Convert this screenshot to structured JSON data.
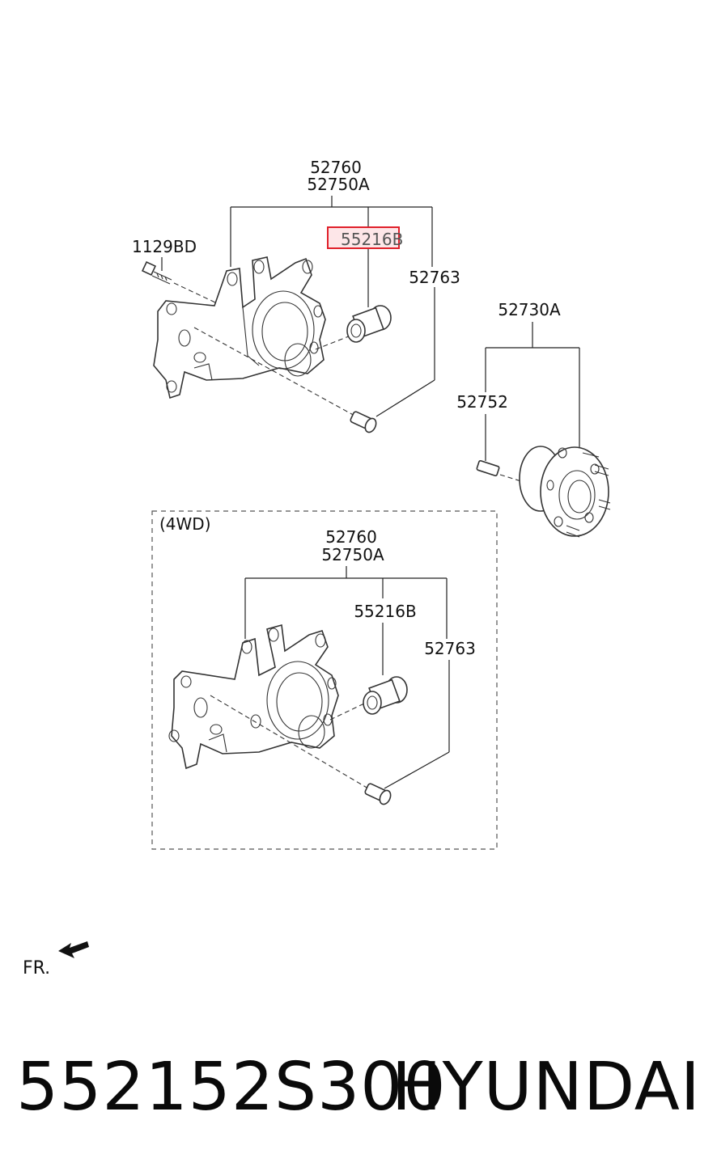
{
  "upper_group": {
    "assembly_top": "52760",
    "assembly_bottom": "52750A",
    "bolt": "1129BD",
    "bushing": "55216B",
    "pin": "52763"
  },
  "hub_group": {
    "hub_assembly": "52730A",
    "stud": "52752"
  },
  "lower_group": {
    "variant": "(4WD)",
    "assembly_top": "52760",
    "assembly_bottom": "52750A",
    "bushing": "55216B",
    "pin": "52763"
  },
  "direction": {
    "label": "FR."
  },
  "footer": {
    "part_number": "552152S300",
    "brand": "HYUNDAI"
  },
  "colors": {
    "highlight_border": "#e0202a",
    "highlight_fill": "#fde6e8",
    "line": "#222222"
  }
}
